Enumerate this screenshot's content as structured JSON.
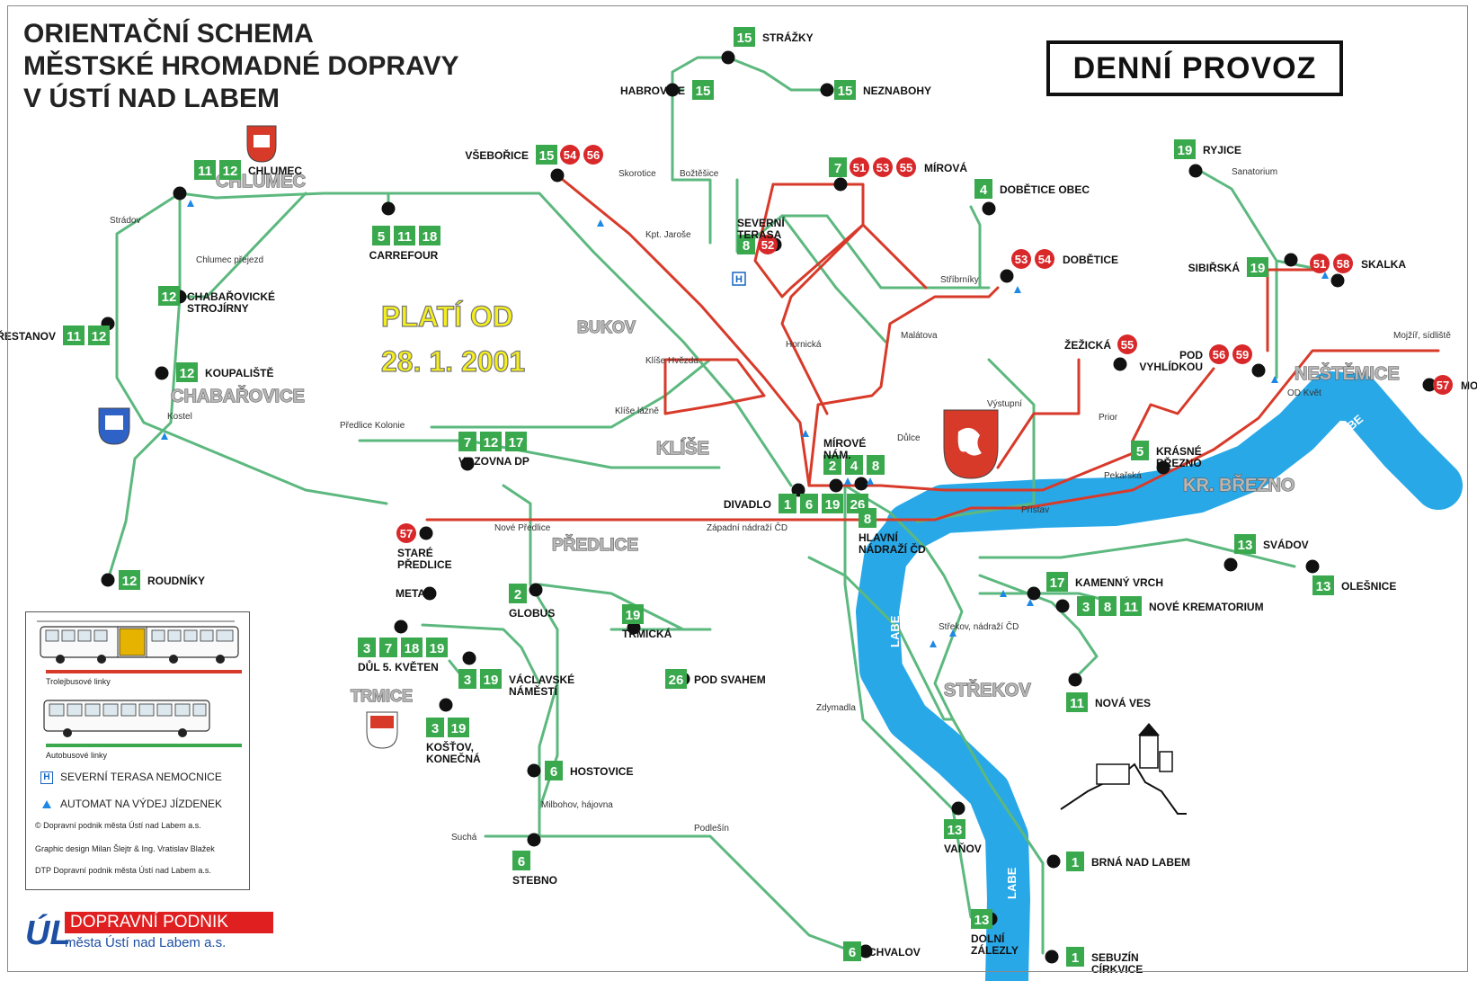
{
  "header": {
    "title_lines": [
      "ORIENTAČNÍ SCHEMA",
      "MĚSTSKÉ HROMADNÉ DOPRAVY",
      "V ÚSTÍ NAD LABEM"
    ],
    "mode": "DENNÍ PROVOZ",
    "valid_from_label": "PLATÍ OD",
    "valid_from_date": "28. 1. 2001"
  },
  "colors": {
    "bus_route": "#5cb87e",
    "trolley_route": "#d83a2a",
    "river": "#29a8e8",
    "bus_badge": "#3aa94e",
    "trolley_badge": "#d8282a",
    "district_label": "#a0a0a0",
    "stop_dot": "#111111"
  },
  "districts": [
    "CHLUMEC",
    "CHABAŘOVICE",
    "BUKOV",
    "KLÍŠE",
    "PŘEDLICE",
    "TRMICE",
    "STŘEKOV",
    "NEŠTĚMICE",
    "KR. BŘEZNO"
  ],
  "river_labels": [
    "LABE",
    "LABE",
    "LABE",
    "LABE"
  ],
  "stops": [
    {
      "name": "STRÁŽKY",
      "bus": [
        "15"
      ],
      "trolley": []
    },
    {
      "name": "HABROVICE",
      "bus": [
        "15"
      ],
      "trolley": []
    },
    {
      "name": "NEZNABOHY",
      "bus": [
        "15"
      ],
      "trolley": []
    },
    {
      "name": "VŠEBOŘICE",
      "bus": [
        "15"
      ],
      "trolley": [
        "54",
        "56"
      ]
    },
    {
      "name": "MÍROVÁ",
      "bus": [
        "7"
      ],
      "trolley": [
        "51",
        "53",
        "55"
      ]
    },
    {
      "name": "SEVERNÍ TERASA",
      "bus": [
        "8"
      ],
      "trolley": [
        "52"
      ]
    },
    {
      "name": "DOBĚTICE OBEC",
      "bus": [
        "4"
      ],
      "trolley": []
    },
    {
      "name": "DOBĚTICE",
      "bus": [],
      "trolley": [
        "53",
        "54"
      ]
    },
    {
      "name": "RYJICE",
      "bus": [
        "19"
      ],
      "trolley": []
    },
    {
      "name": "SIBIŘSKÁ",
      "bus": [
        "19"
      ],
      "trolley": []
    },
    {
      "name": "SKALKA",
      "bus": [],
      "trolley": [
        "51",
        "58"
      ]
    },
    {
      "name": "CARREFOUR",
      "bus": [
        "5",
        "11",
        "18"
      ],
      "trolley": []
    },
    {
      "name": "CHLUMEC",
      "bus": [
        "11",
        "12"
      ],
      "trolley": []
    },
    {
      "name": "PŘESTANOV",
      "bus": [
        "11",
        "12"
      ],
      "trolley": []
    },
    {
      "name": "CHABAŘOVICKÉ STROJÍRNY",
      "bus": [
        "12"
      ],
      "trolley": []
    },
    {
      "name": "KOUPALIŠTĚ",
      "bus": [
        "12"
      ],
      "trolley": []
    },
    {
      "name": "ŽEŽICKÁ",
      "bus": [],
      "trolley": [
        "55"
      ]
    },
    {
      "name": "POD VYHLÍDKOU",
      "bus": [],
      "trolley": [
        "56",
        "59"
      ]
    },
    {
      "name": "MOJŽÍŘ",
      "bus": [],
      "trolley": [
        "57"
      ]
    },
    {
      "name": "MÍROVÉ NÁM.",
      "bus": [
        "2",
        "4",
        "8"
      ],
      "trolley": []
    },
    {
      "name": "KRÁSNÉ BŘEZNO",
      "bus": [
        "5"
      ],
      "trolley": []
    },
    {
      "name": "VOZOVNA DP",
      "bus": [
        "7",
        "12",
        "17"
      ],
      "trolley": []
    },
    {
      "name": "DIVADLO",
      "bus": [
        "1",
        "6",
        "19",
        "26"
      ],
      "trolley": []
    },
    {
      "name": "HLAVNÍ NÁDRAŽÍ ČD",
      "bus": [
        "8"
      ],
      "trolley": []
    },
    {
      "name": "STARÉ PŘEDLICE",
      "bus": [],
      "trolley": [
        "57"
      ]
    },
    {
      "name": "ROUDNÍKY",
      "bus": [
        "12"
      ],
      "trolley": []
    },
    {
      "name": "SVÁDOV",
      "bus": [
        "13"
      ],
      "trolley": []
    },
    {
      "name": "OLEŠNICE",
      "bus": [
        "13"
      ],
      "trolley": []
    },
    {
      "name": "KAMENNÝ VRCH",
      "bus": [
        "17"
      ],
      "trolley": []
    },
    {
      "name": "NOVÉ KREMATORIUM",
      "bus": [
        "3",
        "8",
        "11"
      ],
      "trolley": []
    },
    {
      "name": "GLOBUS",
      "bus": [
        "2"
      ],
      "trolley": []
    },
    {
      "name": "TRMICKÁ",
      "bus": [
        "19"
      ],
      "trolley": []
    },
    {
      "name": "DŮL 5. KVĚTEN",
      "bus": [
        "3",
        "7",
        "18",
        "19"
      ],
      "trolley": []
    },
    {
      "name": "VÁCLAVSKÉ NÁMĚSTÍ",
      "bus": [
        "3",
        "19"
      ],
      "trolley": []
    },
    {
      "name": "POD SVAHEM",
      "bus": [
        "26"
      ],
      "trolley": []
    },
    {
      "name": "KOŠŤOV, KONEČNÁ",
      "bus": [
        "3",
        "19"
      ],
      "trolley": []
    },
    {
      "name": "NOVÁ VES",
      "bus": [
        "11"
      ],
      "trolley": []
    },
    {
      "name": "HOSTOVICE",
      "bus": [
        "6"
      ],
      "trolley": []
    },
    {
      "name": "STEBNO",
      "bus": [
        "6"
      ],
      "trolley": []
    },
    {
      "name": "VAŇOV",
      "bus": [
        "13"
      ],
      "trolley": []
    },
    {
      "name": "BRNÁ NAD LABEM",
      "bus": [
        "1"
      ],
      "trolley": []
    },
    {
      "name": "DOLNÍ ZÁLEZLY",
      "bus": [
        "13"
      ],
      "trolley": []
    },
    {
      "name": "CHVALOV",
      "bus": [
        "6"
      ],
      "trolley": []
    },
    {
      "name": "SEBUZÍN CÍRKVICE",
      "bus": [
        "1"
      ],
      "trolley": []
    },
    {
      "name": "METAL",
      "bus": [],
      "trolley": []
    }
  ],
  "minor_labels": [
    "Strádov",
    "Chlumec přejezd",
    "Skorotice",
    "Božtěšice",
    "Kpt. Jaroše",
    "Hornická",
    "Stříbrníky",
    "Malátova",
    "Sanatorium",
    "Mojžíř, sídliště",
    "OD Květ",
    "Výstupní",
    "Prior",
    "Pekařská",
    "Přístav",
    "Klíše Hvězda",
    "Klíše lázně",
    "Předlice Kolonie",
    "Kostel",
    "Nové Předlice",
    "Západní nádraží ČD",
    "Důlce",
    "Střekov, nádraží ČD",
    "Zdymadla",
    "Milbohov, hájovna",
    "Suchá",
    "Podlešín"
  ],
  "legend": {
    "trolley_caption": "Trolejbusové linky",
    "bus_caption": "Autobusové linky",
    "hospital": "SEVERNÍ TERASA NEMOCNICE",
    "hospital_symbol": "H",
    "ticket_machine": "AUTOMAT NA VÝDEJ JÍZDENEK",
    "credit1": "© Dopravní podnik města Ústí nad Labem a.s.",
    "credit2": "Graphic design  Milan Šlejtr & Ing. Vratislav Blažek",
    "credit3": "DTP Dopravní podnik města Ústí nad Labem a.s."
  },
  "company": {
    "mark": "ÚL",
    "line1": "DOPRAVNÍ PODNIK",
    "line2": "města Ústí nad Labem a.s."
  }
}
